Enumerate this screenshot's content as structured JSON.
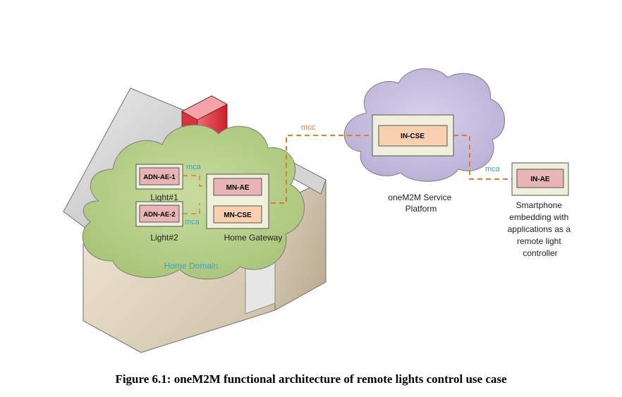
{
  "diagram": {
    "ae_labels": {
      "adn_ae_1": "ADN-AE-1",
      "adn_ae_2": "ADN-AE-2",
      "mn_ae": "MN-AE",
      "mn_cse": "MN-CSE",
      "in_cse": "IN-CSE",
      "in_ae": "IN-AE"
    },
    "device_labels": {
      "light1": "Light#1",
      "light2": "Light#2",
      "home_gateway": "Home Gateway",
      "home_domain": "Home Domain"
    },
    "reference_points": {
      "mca_light1": "mca",
      "mca_light2": "mca",
      "mcc": "mcc",
      "mca_smartphone": "mca"
    },
    "platform_label": [
      "oneM2M Service",
      "Platform"
    ],
    "smartphone_label": [
      "Smartphone",
      "embedding with",
      "applications as a",
      "remote light",
      "controller"
    ]
  },
  "caption": "Figure 6.1: oneM2M functional architecture of remote lights control use case",
  "colors": {
    "house_wall": "#e8dcc8",
    "roof": "#c8c8c8",
    "chimney": "#e0303a",
    "home_cloud": "#b8d08a",
    "platform_cloud": "#c6bedf",
    "ae_box": "#e8b4b6",
    "cse_box": "#f8d0b0",
    "container_box": "#eef0dc",
    "link_orange": "#e07c30",
    "label_blue": "#3aa0c8"
  }
}
